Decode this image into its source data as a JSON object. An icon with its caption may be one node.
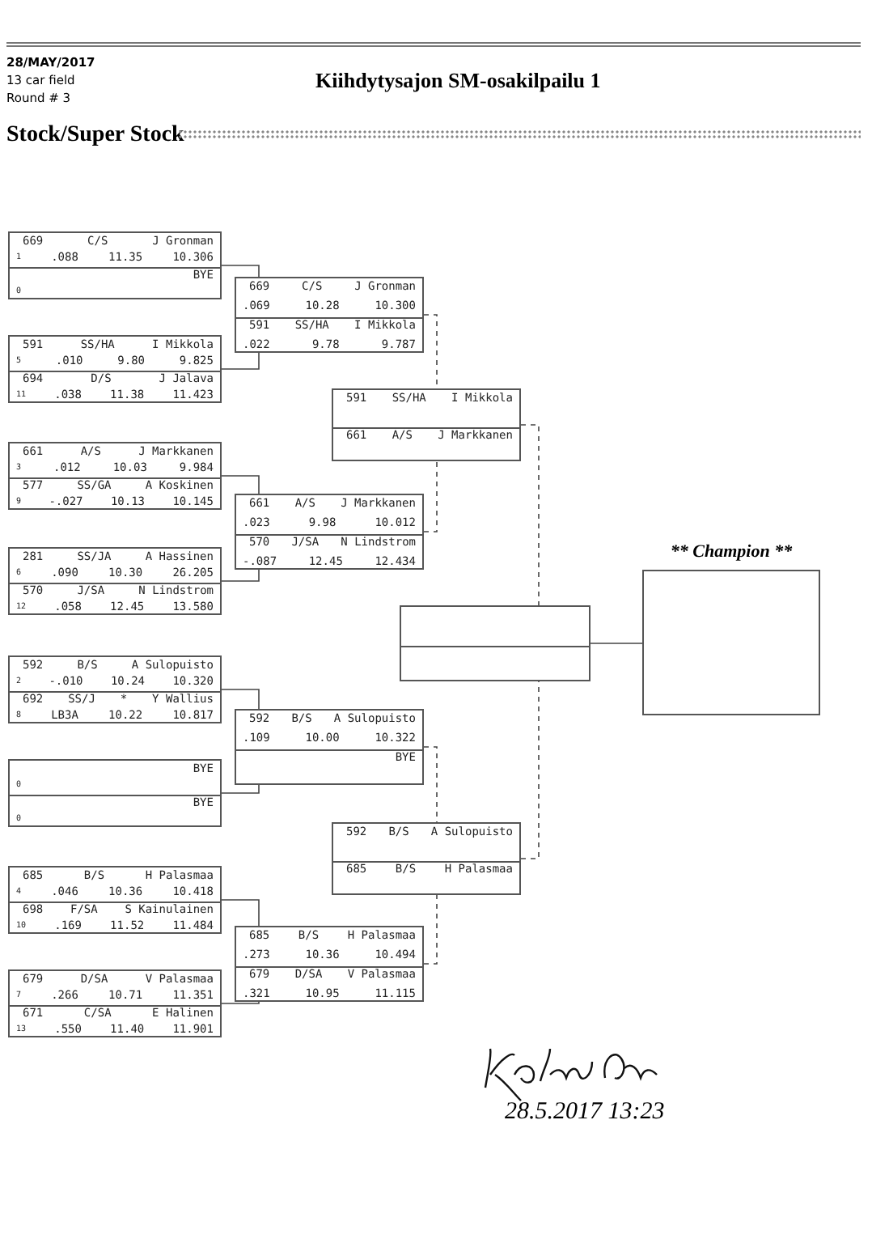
{
  "diagram": {
    "title": "Kiihdytysajon SM-osakilpailu 1",
    "nodes": [
      {
        "text": [
          "669",
          "C/S",
          "J Gronman",
          "1",
          ".088",
          "11.35",
          "10.306",
          "BYE",
          "0"
        ]
      },
      {
        "text": [
          "591",
          "SS/HA",
          "I Mikkola",
          "5",
          ".010",
          "9.80",
          "9.825",
          "694",
          "D/S",
          "J Jalava",
          "11",
          ".038",
          "11.38",
          "11.423"
        ]
      },
      {
        "text": [
          "661",
          "A/S",
          "J Markkanen",
          "3",
          ".012",
          "10.03",
          "9.984",
          "577",
          "SS/GA",
          "A Koskinen",
          "9",
          "-.027",
          "10.13",
          "10.145"
        ]
      },
      {
        "text": [
          "281",
          "SS/JA",
          "A Hassinen",
          "6",
          ".090",
          "10.30",
          "26.205",
          "570",
          "J/SA",
          "N Lindstrom",
          "12",
          ".058",
          "12.45",
          "13.580"
        ]
      },
      {
        "text": [
          "592",
          "B/S",
          "A Sulopuisto",
          "2",
          "-.010",
          "10.24",
          "10.320",
          "692",
          "SS/J",
          "*",
          "Y Wallius",
          "8",
          "LB3A",
          "10.22",
          "10.817"
        ]
      },
      {
        "text": [
          "BYE",
          "0",
          "BYE",
          "0"
        ]
      },
      {
        "text": [
          "685",
          "B/S",
          "H Palasmaa",
          "4",
          ".046",
          "10.36",
          "10.418",
          "698",
          "F/SA",
          "S Kainulainen",
          "10",
          ".169",
          "11.52",
          "11.484"
        ]
      },
      {
        "text": [
          "679",
          "D/SA",
          "V Palasmaa",
          "7",
          ".266",
          "10.71",
          "11.351",
          "671",
          "C/SA",
          "E Halinen",
          "13",
          ".550",
          "11.40",
          "11.901"
        ]
      },
      {
        "text": [
          "669",
          "C/S",
          "J Gronman",
          ".069",
          "10.28",
          "10.300",
          "591",
          "SS/HA",
          "I Mikkola",
          ".022",
          "9.78",
          "9.787"
        ]
      },
      {
        "text": [
          "661",
          "A/S",
          "J Markkanen",
          ".023",
          "9.98",
          "10.012",
          "570",
          "J/SA",
          "N Lindstrom",
          "-.087",
          "12.45",
          "12.434"
        ]
      },
      {
        "text": [
          "592",
          "B/S",
          "A Sulopuisto",
          ".109",
          "10.00",
          "10.322",
          "BYE"
        ]
      },
      {
        "text": [
          "685",
          "B/S",
          "H Palasmaa",
          ".273",
          "10.36",
          "10.494",
          "679",
          "D/SA",
          "V Palasmaa",
          ".321",
          "10.95",
          "11.115"
        ]
      },
      {
        "text": [
          "591",
          "SS/HA",
          "I Mikkola",
          "661",
          "A/S",
          "J Markkanen"
        ]
      },
      {
        "text": [
          "592",
          "B/S",
          "A Sulopuisto",
          "685",
          "B/S",
          "H Palasmaa"
        ]
      },
      {
        "text": [],
        "shape": "box"
      },
      {
        "text": [
          "** Champion **"
        ]
      }
    ],
    "edges": [
      {
        "from": 0,
        "to": 8,
        "arrow": "none"
      },
      {
        "from": 1,
        "to": 8,
        "arrow": "none"
      },
      {
        "from": 2,
        "to": 9,
        "arrow": "none"
      },
      {
        "from": 3,
        "to": 9,
        "arrow": "none"
      },
      {
        "from": 4,
        "to": 10,
        "arrow": "none"
      },
      {
        "from": 5,
        "to": 10,
        "arrow": "none"
      },
      {
        "from": 6,
        "to": 11,
        "arrow": "none"
      },
      {
        "from": 7,
        "to": 11,
        "arrow": "none"
      },
      {
        "from": 8,
        "to": 12,
        "arrow": "none",
        "style": "dashed"
      },
      {
        "from": 9,
        "to": 12,
        "arrow": "none",
        "style": "dashed"
      },
      {
        "from": 10,
        "to": 13,
        "arrow": "none",
        "style": "dashed"
      },
      {
        "from": 11,
        "to": 13,
        "arrow": "none",
        "style": "dashed"
      },
      {
        "from": 12,
        "to": 14,
        "arrow": "none",
        "style": "dashed"
      },
      {
        "from": 13,
        "to": 14,
        "arrow": "none",
        "style": "dashed"
      },
      {
        "from": 14,
        "to": 15,
        "arrow": "none"
      }
    ],
    "labels": [
      "28/MAY/2017",
      "13 car field",
      "Round # 3",
      "Stock/Super Stock",
      "28.5.2017 13:23"
    ]
  }
}
